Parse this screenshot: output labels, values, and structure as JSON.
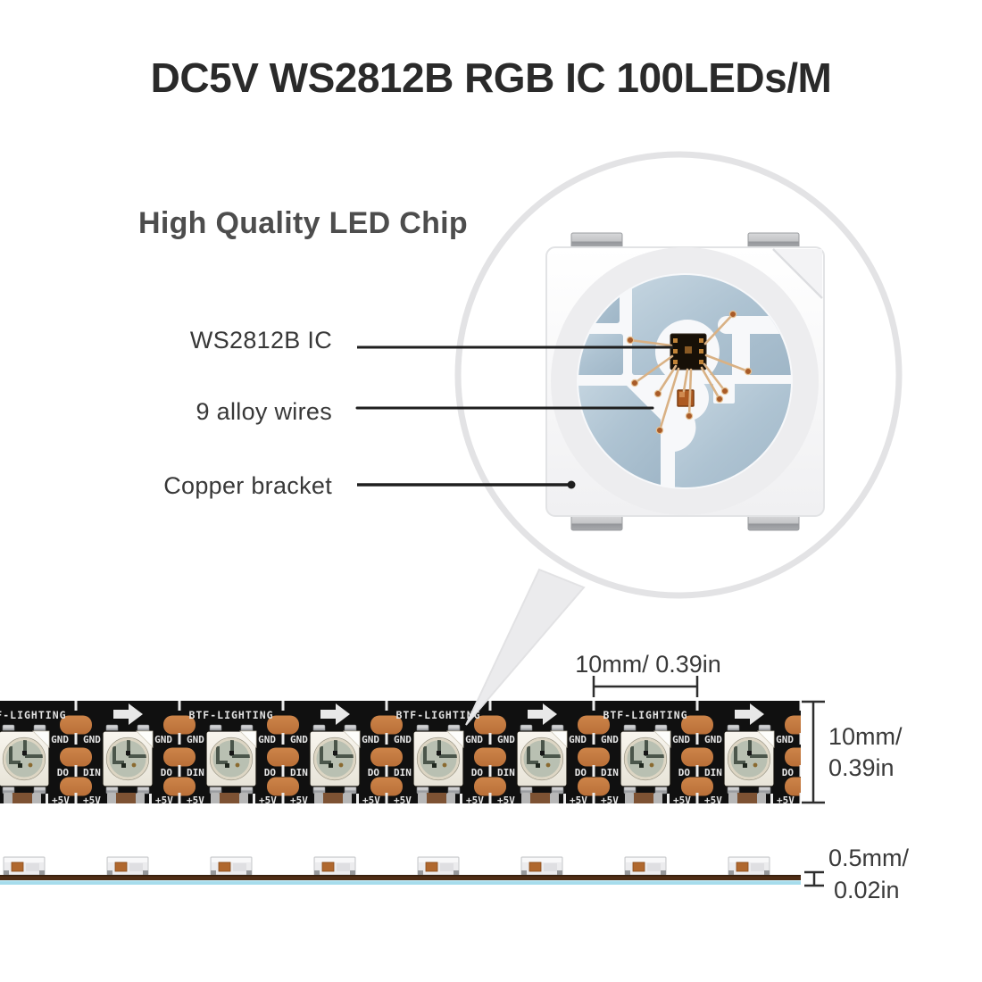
{
  "title": "DC5V WS2812B RGB IC 100LEDs/M",
  "chip_section": {
    "heading": "High Quality LED Chip",
    "callouts": [
      {
        "label": "WS2812B IC"
      },
      {
        "label": "9 alloy wires"
      },
      {
        "label": "Copper bracket"
      }
    ]
  },
  "strip": {
    "brand": "BTF-LIGHTING",
    "led_count": 8,
    "pad_labels": {
      "ground": "GND",
      "data_out": "DO",
      "data_in": "DIN",
      "power": "+5V"
    }
  },
  "dimensions": {
    "led_pitch": "10mm/ 0.39in",
    "strip_width": [
      "10mm/",
      "0.39in"
    ],
    "strip_thickness": [
      "0.5mm/",
      "0.02in"
    ]
  },
  "colors": {
    "copper_pad": "#c67c42",
    "pcb_black": "#101010",
    "pad_metal_blue": "#b3c6d4",
    "bond_wire_gold": "#d9b184",
    "adhesive_blue": "#a6dcec",
    "side_pcb_brown": "#4f2d15",
    "magnifier_ring": "#e3e3e5"
  }
}
